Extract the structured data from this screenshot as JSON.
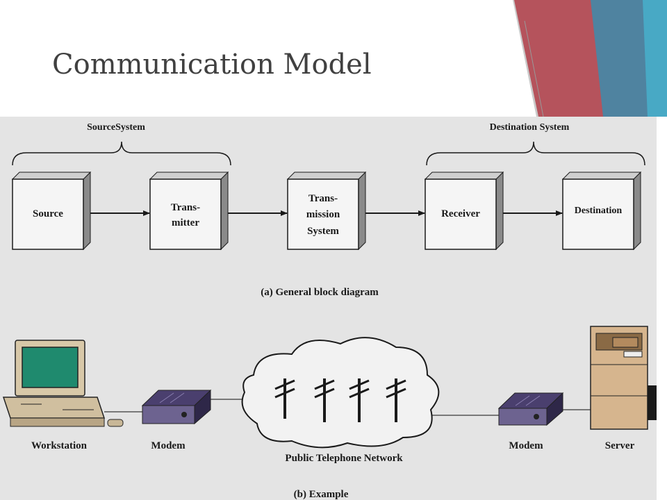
{
  "slide": {
    "title": "Communication Model"
  },
  "figure": {
    "part_a": {
      "group_labels": {
        "source_system": "SourceSystem",
        "destination_system": "Destination System"
      },
      "blocks": [
        {
          "lines": [
            "Source"
          ]
        },
        {
          "lines": [
            "Trans-",
            "mitter"
          ]
        },
        {
          "lines": [
            "Trans-",
            "mission",
            "System"
          ]
        },
        {
          "lines": [
            "Receiver"
          ]
        },
        {
          "lines": [
            "Destination"
          ]
        }
      ],
      "caption": "(a) General block diagram"
    },
    "part_b": {
      "devices": {
        "workstation": "Workstation",
        "modem_left": "Modem",
        "network": "Public Telephone Network",
        "modem_right": "Modem",
        "server": "Server"
      },
      "caption": "(b) Example"
    }
  },
  "colors": {
    "accent_red": "#b5535c",
    "accent_blue": "#4f83a0",
    "accent_light_blue": "#48a9c5",
    "figure_bg": "#e4e4e4",
    "monitor_screen": "#1f8a6e"
  }
}
